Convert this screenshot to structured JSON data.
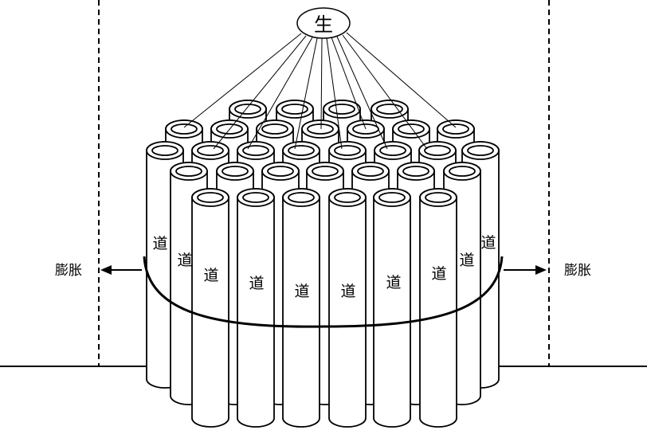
{
  "top_label": "生",
  "expand_left": "膨胀",
  "expand_right": "膨胀",
  "tube_label": "道",
  "colors": {
    "stroke": "#000000",
    "fill": "#ffffff"
  }
}
